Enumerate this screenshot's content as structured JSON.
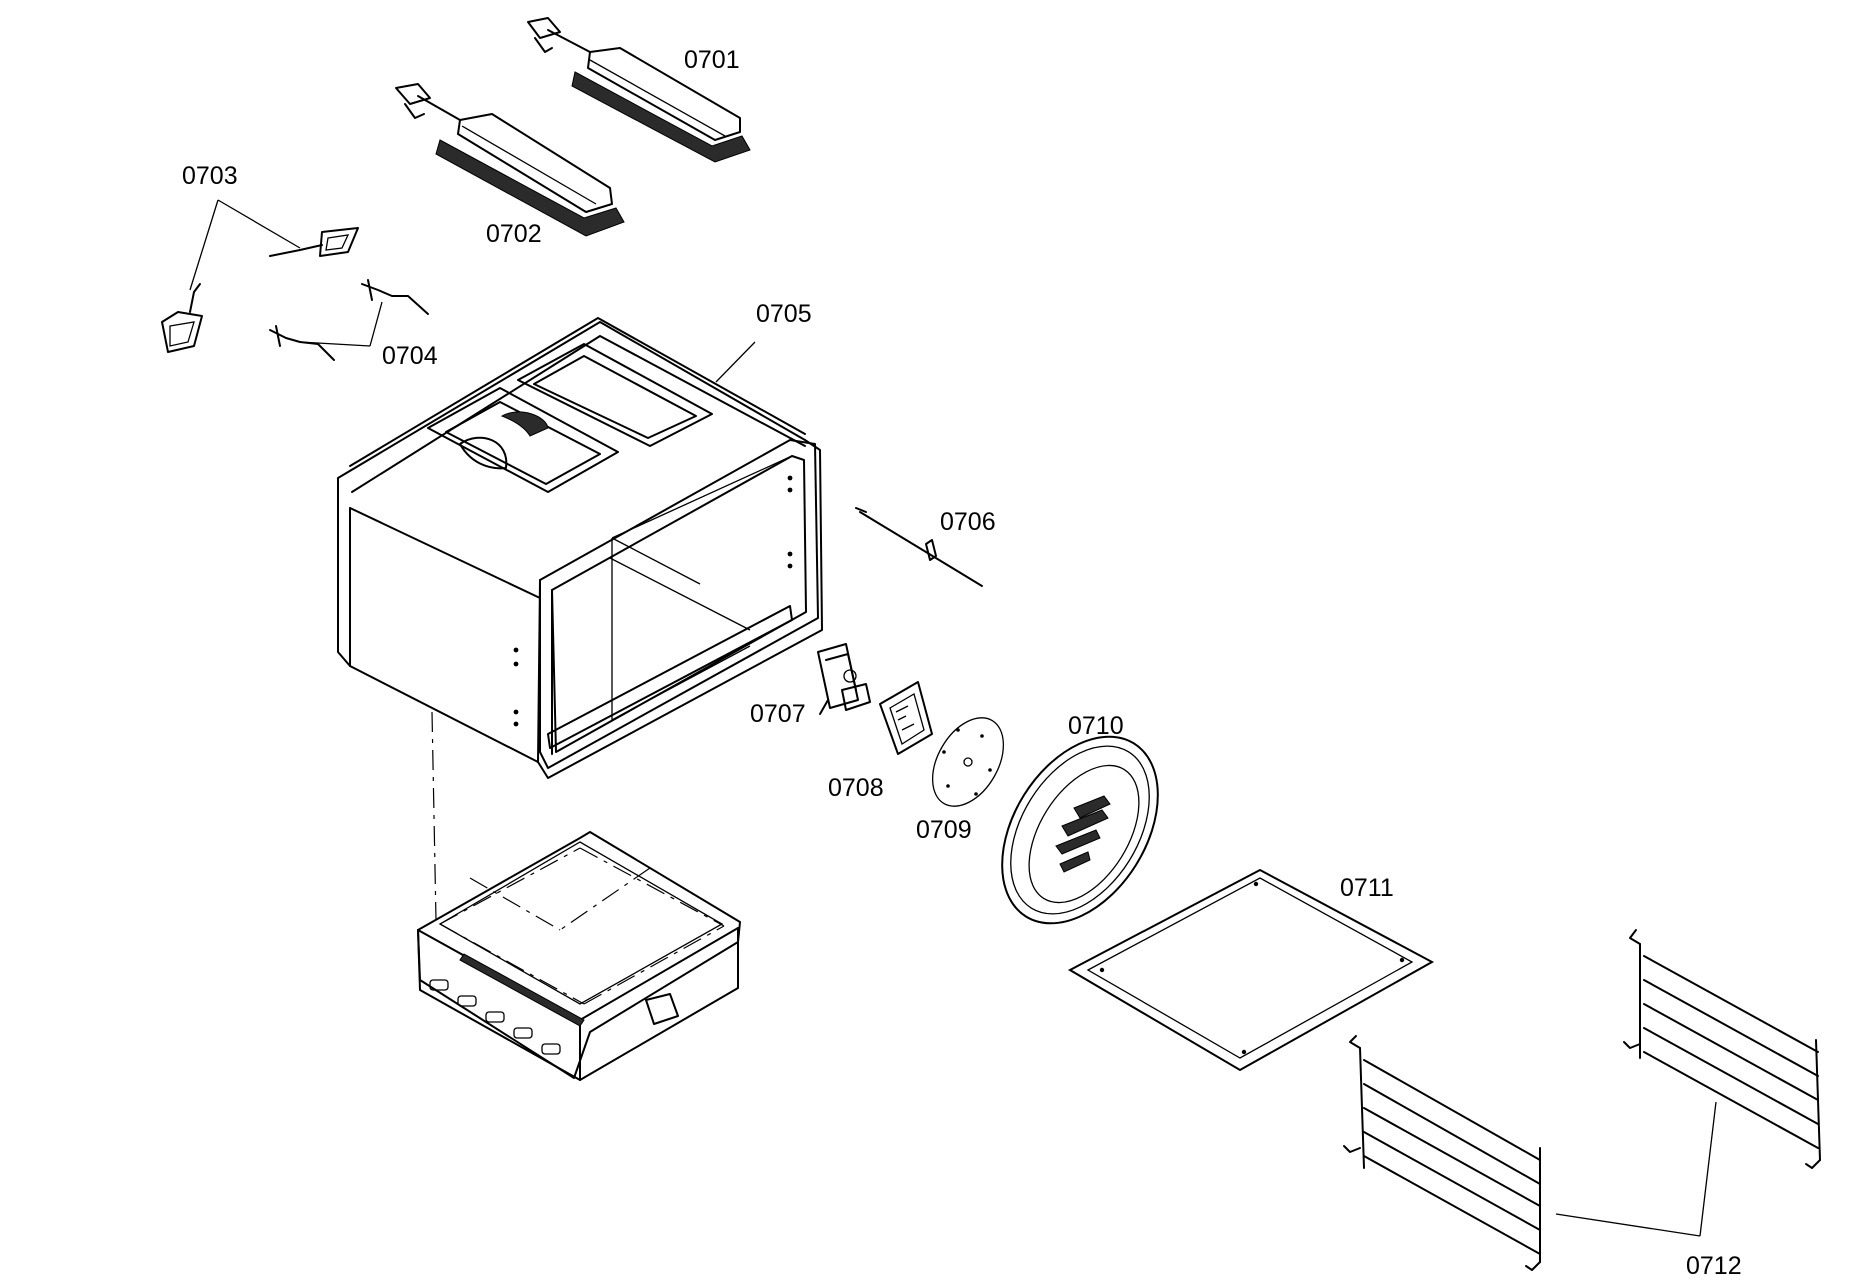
{
  "diagram": {
    "parts": [
      {
        "id": "p0701",
        "label": "0701"
      },
      {
        "id": "p0702",
        "label": "0702"
      },
      {
        "id": "p0703",
        "label": "0703"
      },
      {
        "id": "p0704",
        "label": "0704"
      },
      {
        "id": "p0705",
        "label": "0705"
      },
      {
        "id": "p0706",
        "label": "0706"
      },
      {
        "id": "p0707",
        "label": "0707"
      },
      {
        "id": "p0708",
        "label": "0708"
      },
      {
        "id": "p0709",
        "label": "0709"
      },
      {
        "id": "p0710",
        "label": "0710"
      },
      {
        "id": "p0711",
        "label": "0711"
      },
      {
        "id": "p0712",
        "label": "0712"
      }
    ]
  }
}
